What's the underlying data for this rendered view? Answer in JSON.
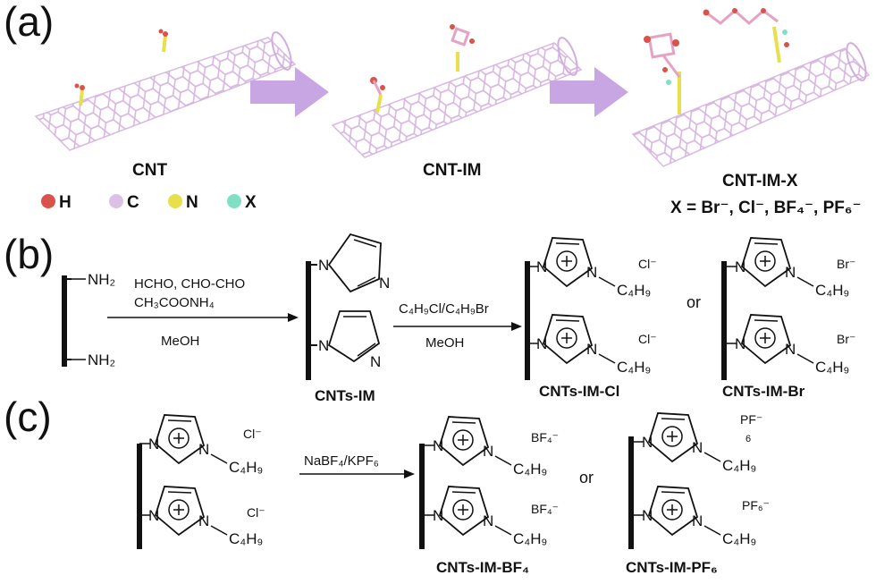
{
  "panels": {
    "a": "(a)",
    "b": "(b)",
    "c": "(c)"
  },
  "a": {
    "labels": [
      "CNT",
      "CNT-IM",
      "CNT-IM-X"
    ],
    "x_definition": "X = Br⁻, Cl⁻, BF₄⁻, PF₆⁻",
    "legend": [
      {
        "label": "H",
        "color": "#d9534a"
      },
      {
        "label": "C",
        "color": "#dcc1e6"
      },
      {
        "label": "N",
        "color": "#e8e04a"
      },
      {
        "label": "X",
        "color": "#7fe0c4"
      }
    ],
    "arrow_color": "#c7a6e3",
    "tube_color": "#d9b9e3"
  },
  "b": {
    "nh2_top": "NH₂",
    "nh2_bottom": "NH₂",
    "reagents_1": "HCHO, CHO-CHO",
    "reagents_2": "CH₃COONH₄",
    "solvent_1": "MeOH",
    "reagent_3": "C₄H₉Cl/C₄H₉Br",
    "solvent_2": "MeOH",
    "n_label": "N",
    "or": "or",
    "names": [
      "CNTs-IM",
      "CNTs-IM-Cl",
      "CNTs-IM-Br"
    ],
    "ions": {
      "cl": "Cl⁻",
      "br": "Br⁻"
    },
    "chain": "C₄H₉"
  },
  "c": {
    "reagent": "NaBF₄/KPF₆",
    "or": "or",
    "ions": {
      "cl": "Cl⁻",
      "bf4": "BF₄⁻",
      "pf": "PF⁻",
      "pf_sub": "6",
      "pf6": "PF₆⁻"
    },
    "chain": "C₄H₉",
    "names": [
      "CNTs-IM-BF₄",
      "CNTs-IM-PF₆"
    ]
  }
}
